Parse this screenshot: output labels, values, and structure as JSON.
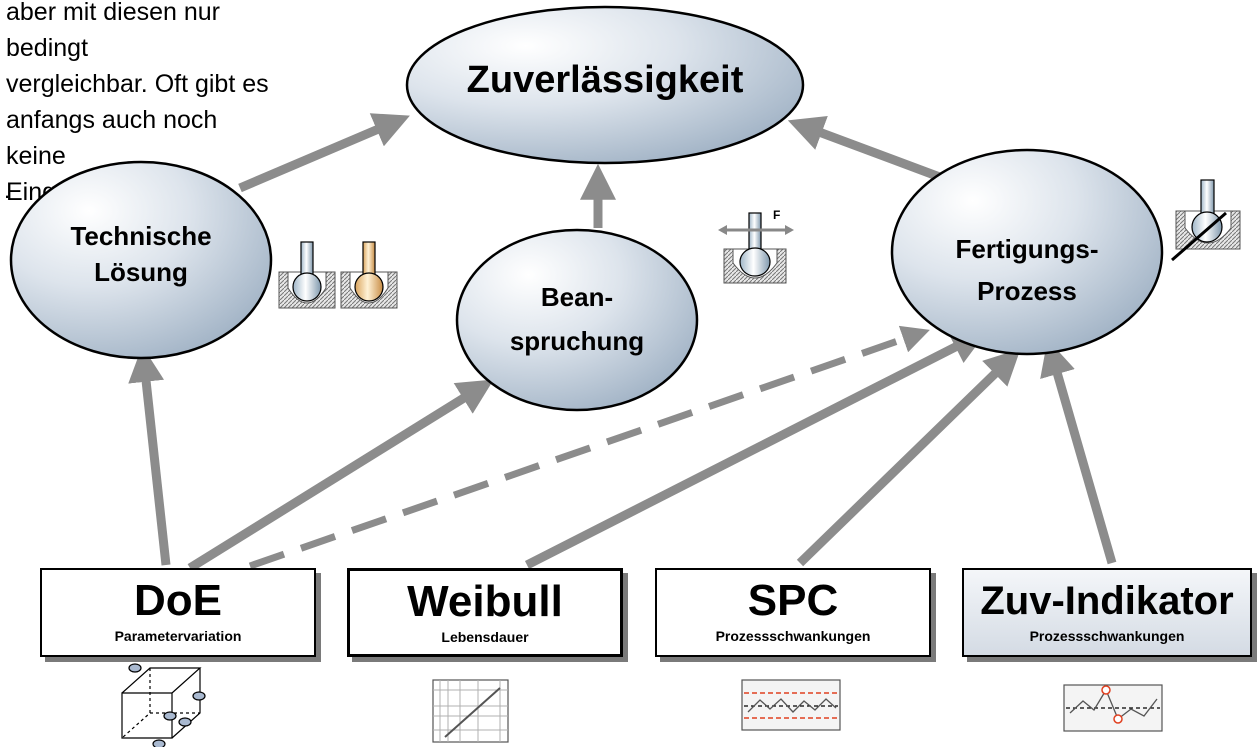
{
  "intro": {
    "lines": [
      "aber mit diesen nur bedingt",
      "vergleichbar. Oft gibt es",
      "anfangs auch noch keine",
      "Eingriffsgrenzen."
    ],
    "stray_dot": "."
  },
  "nodes": {
    "zuverlaessigkeit": "Zuverlässigkeit",
    "technische_loesung": [
      "Technische",
      "Lösung"
    ],
    "beanspruchung": [
      "Bean-",
      "spruchung"
    ],
    "fertigungsprozess": [
      "Fertigungs-",
      "Prozess"
    ]
  },
  "force_label": "F",
  "methods": [
    {
      "title": "DoE",
      "subtitle": "Parametervariation"
    },
    {
      "title": "Weibull",
      "subtitle": "Lebensdauer"
    },
    {
      "title": "SPC",
      "subtitle": "Prozessschwankungen"
    },
    {
      "title": "Zuv-Indikator",
      "subtitle": "Prozessschwankungen"
    }
  ],
  "icons": [
    "cube-point-icon",
    "weibull-plot-icon",
    "spc-chart-icon",
    "indicator-chart-icon",
    "weld-joint-icon",
    "force-joint-icon",
    "defect-joint-icon"
  ],
  "colors": {
    "arrow": "#8c8c8c",
    "ellipse_light": "#f7f8fa",
    "ellipse_dark": "#a9b9c9",
    "highlight_box": "#d4dbe4",
    "gold": "#f2c57a",
    "limit_red": "#e04020"
  }
}
